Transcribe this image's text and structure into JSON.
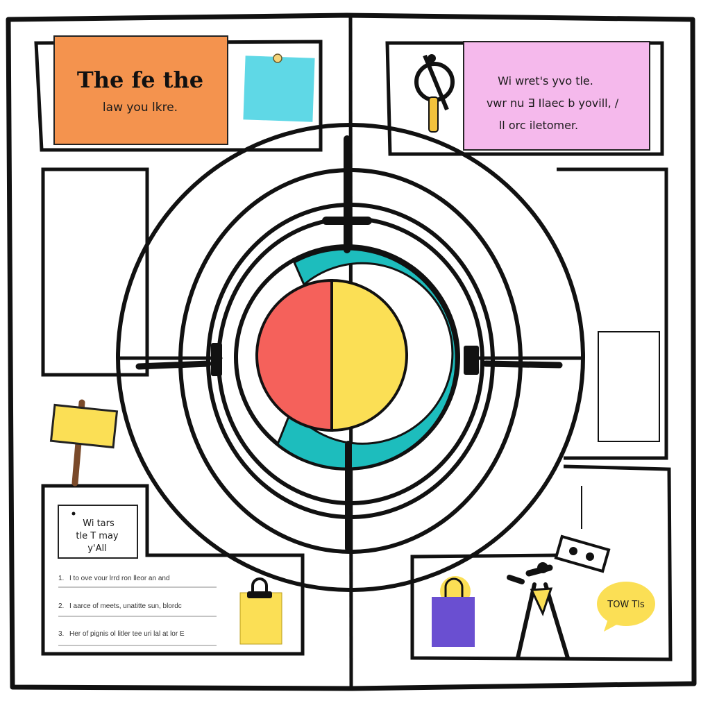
{
  "notes": {
    "orange_title": "The fe the",
    "orange_sub": "law you lkre.",
    "pink_line1": "Wi wret's yvo tle.",
    "pink_line2": "vwr nu ∃ Ilaec b yovill, /",
    "pink_line3": "ll orc iletomer.",
    "boxed_line1": "Wi tars",
    "boxed_line2": "tle T may",
    "boxed_line3": "y'All",
    "speech": "TOW Tls"
  },
  "list": [
    {
      "num": "1.",
      "text": "I to ove vour lrrd ron lleor an and"
    },
    {
      "num": "2.",
      "text": "I aarce of meets, unatitte sun, blordc"
    },
    {
      "num": "3.",
      "text": "Her of pignis ol litler tee uri lal at lor E"
    }
  ],
  "colors": {
    "orange": "#f4934e",
    "cyan": "#5fd8e6",
    "pink": "#f5b9ec",
    "teal": "#1dbdbd",
    "red": "#f5615b",
    "yellow": "#fbdf55",
    "purple": "#6a4fd1",
    "stroke": "#111111"
  },
  "icons": [
    "pin-tack-icon",
    "magnifier-key-icon",
    "signpost-icon",
    "clipboard-icon",
    "shopping-bag-icon",
    "figure-icon",
    "ticket-icon",
    "speech-bubble-icon"
  ]
}
